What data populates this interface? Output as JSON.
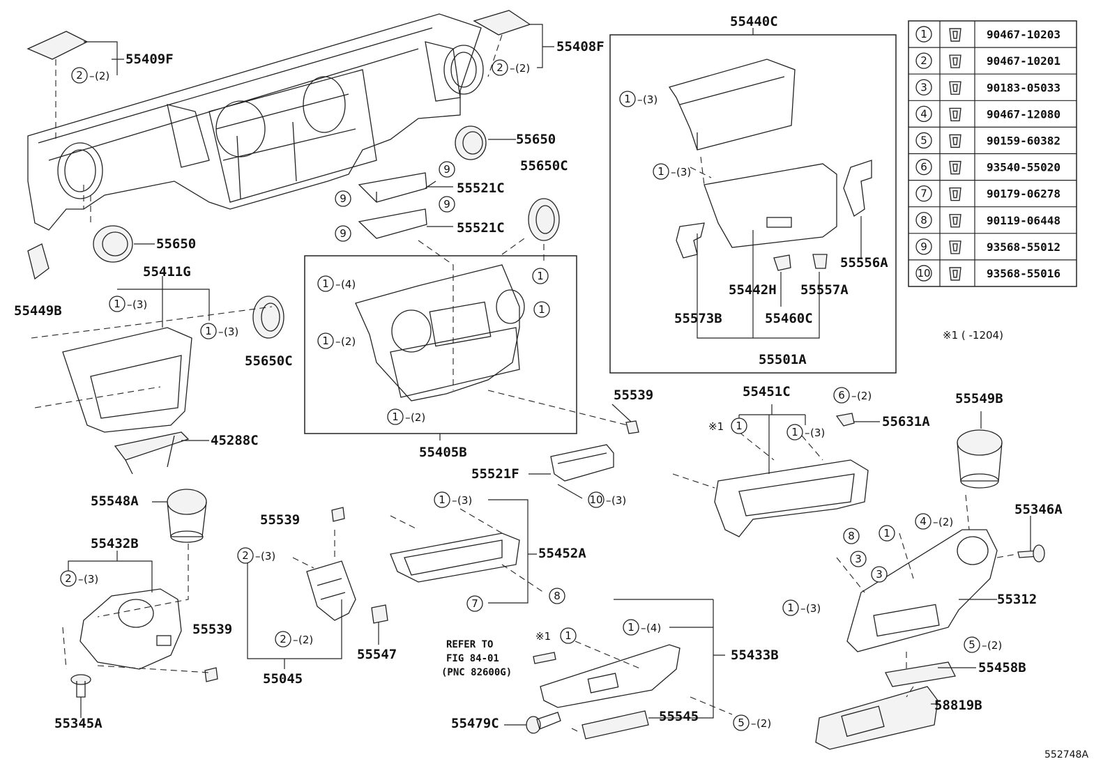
{
  "figure_code": "552748A",
  "note_symbol": "※1",
  "note_text": "※1 (      -1204)",
  "refer_to": [
    "REFER TO",
    "FIG 84-01",
    "(PNC 82600G)"
  ],
  "fastener_table": [
    {
      "index": "1",
      "part": "90467-10203"
    },
    {
      "index": "2",
      "part": "90467-10201"
    },
    {
      "index": "3",
      "part": "90183-05033"
    },
    {
      "index": "4",
      "part": "90467-12080"
    },
    {
      "index": "5",
      "part": "90159-60382"
    },
    {
      "index": "6",
      "part": "93540-55020"
    },
    {
      "index": "7",
      "part": "90179-06278"
    },
    {
      "index": "8",
      "part": "90119-06448"
    },
    {
      "index": "9",
      "part": "93568-55012"
    },
    {
      "index": "10",
      "part": "93568-55016"
    }
  ],
  "parts": {
    "p55409F": "55409F",
    "p55408F": "55408F",
    "p55440C": "55440C",
    "p55650_a": "55650",
    "p55650C_a": "55650C",
    "p55521C_a": "55521C",
    "p55521C_b": "55521C",
    "p55650_b": "55650",
    "p55449B": "55449B",
    "p55411G": "55411G",
    "p55650C_b": "55650C",
    "p55405B": "55405B",
    "p45288C": "45288C",
    "p55539_a": "55539",
    "p55521F": "55521F",
    "p55442H": "55442H",
    "p55557A": "55557A",
    "p55556A": "55556A",
    "p55573B": "55573B",
    "p55460C": "55460C",
    "p55501A": "55501A",
    "p55451C": "55451C",
    "p55631A": "55631A",
    "p55549B": "55549B",
    "p55548A": "55548A",
    "p55539_b": "55539",
    "p55452A": "55452A",
    "p55346A": "55346A",
    "p55432B": "55432B",
    "p55312": "55312",
    "p55539_c": "55539",
    "p55547": "55547",
    "p55045": "55045",
    "p55433B": "55433B",
    "p55458B": "55458B",
    "p55345A": "55345A",
    "p55479C": "55479C",
    "p55545": "55545",
    "p58819B": "58819B"
  },
  "qty": {
    "q2_2": "(2)",
    "q2_3": "(3)",
    "q3": "(3)",
    "q4": "(4)"
  }
}
